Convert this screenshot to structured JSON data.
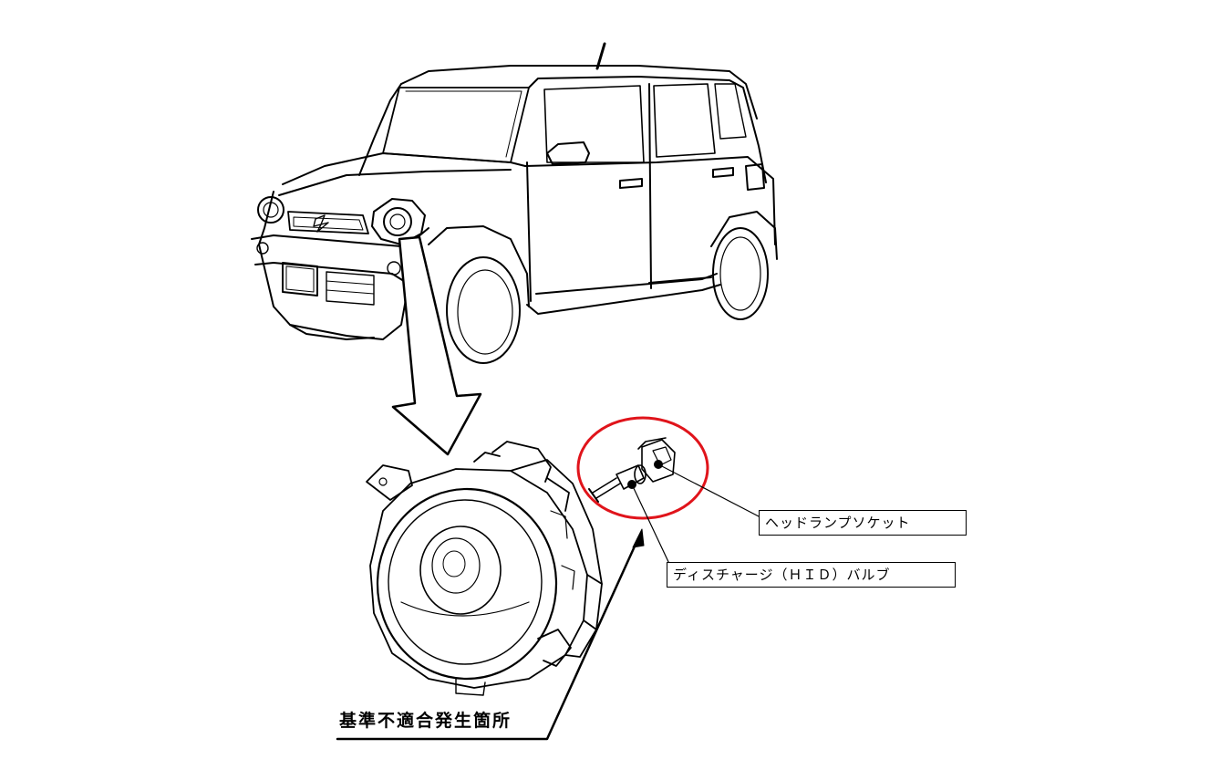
{
  "labels": {
    "headlamp_socket": "ヘッドランプソケット",
    "discharge_bulb": "ディスチャージ（ＨＩＤ）バルブ",
    "defect_location": "基準不適合発生箇所"
  },
  "colors": {
    "line": "#000000",
    "highlight_circle": "#e0141b",
    "background": "#ffffff"
  }
}
